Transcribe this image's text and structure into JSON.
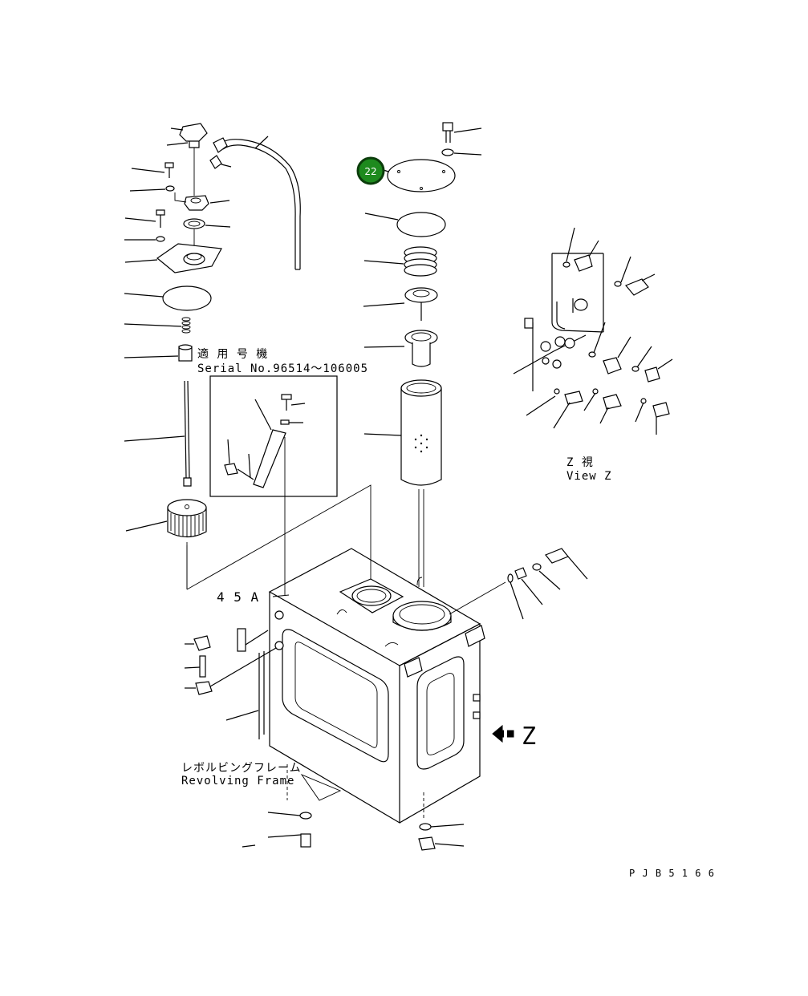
{
  "labels": {
    "serial_jp": "適 用 号 機",
    "serial_en": "Serial No.96514～106005",
    "view_jp": "Z  視",
    "view_en": "View Z",
    "ref_45a": "4 5 A",
    "frame_jp": "レボルビングフレーム",
    "frame_en": "Revolving Frame",
    "z_arrow": "Z",
    "drawing_code": "P J B 5 1 6 6"
  },
  "callout": {
    "number": "22",
    "color": "#1e8a1e"
  }
}
